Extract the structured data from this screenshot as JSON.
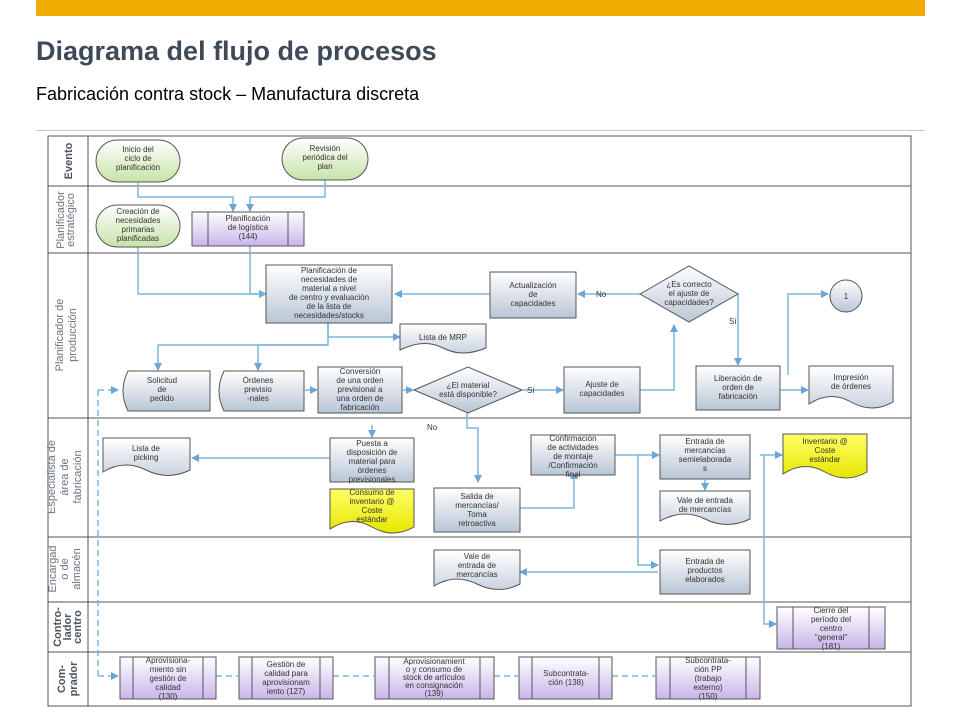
{
  "title": "Diagrama del flujo de procesos",
  "subtitle": "Fabricación contra stock – Manufactura discreta",
  "colors": {
    "accent": "#f0ab00",
    "title": "#3d4a57",
    "line": "#7fb6dd",
    "box_fill": "#dfe6ee",
    "event_fill": "#e3f1d0",
    "doc_fill": "#ffff00",
    "sub_fill": "#d8c8ee"
  },
  "lanes": [
    {
      "id": "evento",
      "label": "Evento",
      "bold": true
    },
    {
      "id": "planif-estr",
      "label": "Planificador estratégico",
      "bold": false
    },
    {
      "id": "planif-prod",
      "label": "Planificador de producción",
      "bold": false
    },
    {
      "id": "especialista",
      "label": "Especialista de área de fabricación",
      "bold": false
    },
    {
      "id": "almacen",
      "label": "Encargad o de almacén",
      "bold": false
    },
    {
      "id": "controlador",
      "label": "Contro-lador centro",
      "bold": true
    },
    {
      "id": "comprador",
      "label": "Com-prador",
      "bold": true
    }
  ],
  "nodes": {
    "inicio": "Inicio del ciclo de planificación",
    "revision": "Revisión periódica del plan",
    "creacion": "Creación de necesidades primarias planificadas",
    "planif_logistica": "Planificación de logística (144)",
    "planif_nec": "Planificación de necesidades de material a nivel de centro y evaluación de la lista de necesidades/stocks",
    "actualizacion": "Actualización de capacidades",
    "es_correcto": "¿Es correcto el ajuste de capacidades?",
    "conector_1": "1",
    "lista_mrp": "Lista de MRP",
    "solicitud": "Solicitud de pedido",
    "ordenes_prev": "Órdenes previsio-nales",
    "conversion": "Conversión de una orden previsional a una orden de fabricación",
    "material_disp": "¿El material está disponible?",
    "ajuste": "Ajuste de capacidades",
    "liberacion": "Liberación de orden de fabricación",
    "impresion": "Impresión de órdenes",
    "lista_picking": "Lista de picking",
    "puesta": "Puesta a disposición de material para órdenes previsionales",
    "confirmacion": "Confirmación de actividades de montaje /Confirmación final",
    "entrada_semi": "Entrada de mercancías semielaborada s",
    "inventario": "Inventario @ Coste estándar",
    "consumo": "Consumo de inventario @ Coste estándar",
    "salida": "Salida de mercancías/ Toma retroactiva",
    "vale_entrada_1": "Vale de entrada de mercancías",
    "vale_entrada_2": "Vale de entrada de mercancías",
    "entrada_prod": "Entrada de productos elaborados",
    "cierre": "Cierre del período del centro \"general\" (181)",
    "aprovisionamiento": "Aprovisiona-miento sin gestión de calidad (130)",
    "gestion_calidad": "Gestión de calidad para aprovisionam iento (127)",
    "aprov_consig": "Aprovisionamient o y consumo de stock de artículos en consignación (139)",
    "subcontratacion": "Subcontrata-ción (138)",
    "subcontratacion_pp": "Subcontrata-ción PP (trabajo externo) (150)"
  },
  "connector_labels": {
    "no_1": "No",
    "si_1": "Sí",
    "si_2": "Sí",
    "no_2": "No"
  }
}
